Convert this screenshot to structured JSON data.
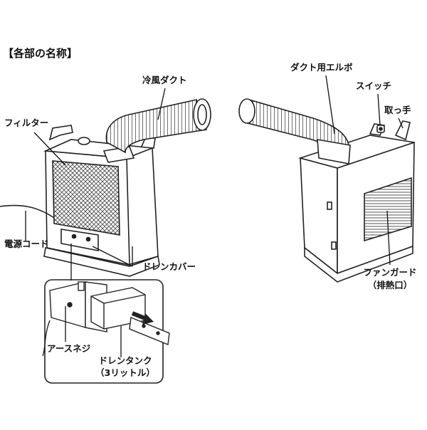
{
  "title": "【各部の名称】",
  "labels": {
    "cold_duct": "冷風ダクト",
    "filter": "フィルター",
    "power_cord": "電源コード",
    "drain_cover": "ドレンカバー",
    "earth_screw": "アースネジ",
    "drain_tank": "ドレンタンク",
    "drain_tank_capacity": "（3リットル）",
    "duct_elbow": "ダクト用エルボ",
    "switch": "スイッチ",
    "handle": "取っ手",
    "fan_guard": "ファンガード",
    "exhaust_port": "（排熱口）"
  }
}
